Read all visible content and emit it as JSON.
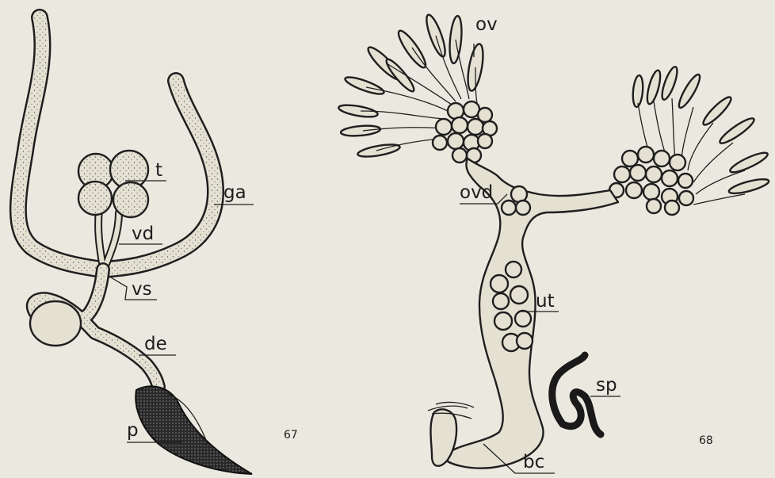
{
  "figure_67": {
    "number": "67",
    "labels": {
      "t": "t",
      "ga": "ga",
      "vd": "vd",
      "vs": "vs",
      "de": "de",
      "p": "p"
    }
  },
  "figure_68": {
    "number": "68",
    "labels": {
      "ov": "ov",
      "ovd": "ovd",
      "ut": "ut",
      "sp": "sp",
      "bc": "bc"
    }
  },
  "colors": {
    "paper": "#ebe9df",
    "ink": "#1f1f1f",
    "organ_fill": "#e4e1d3"
  }
}
